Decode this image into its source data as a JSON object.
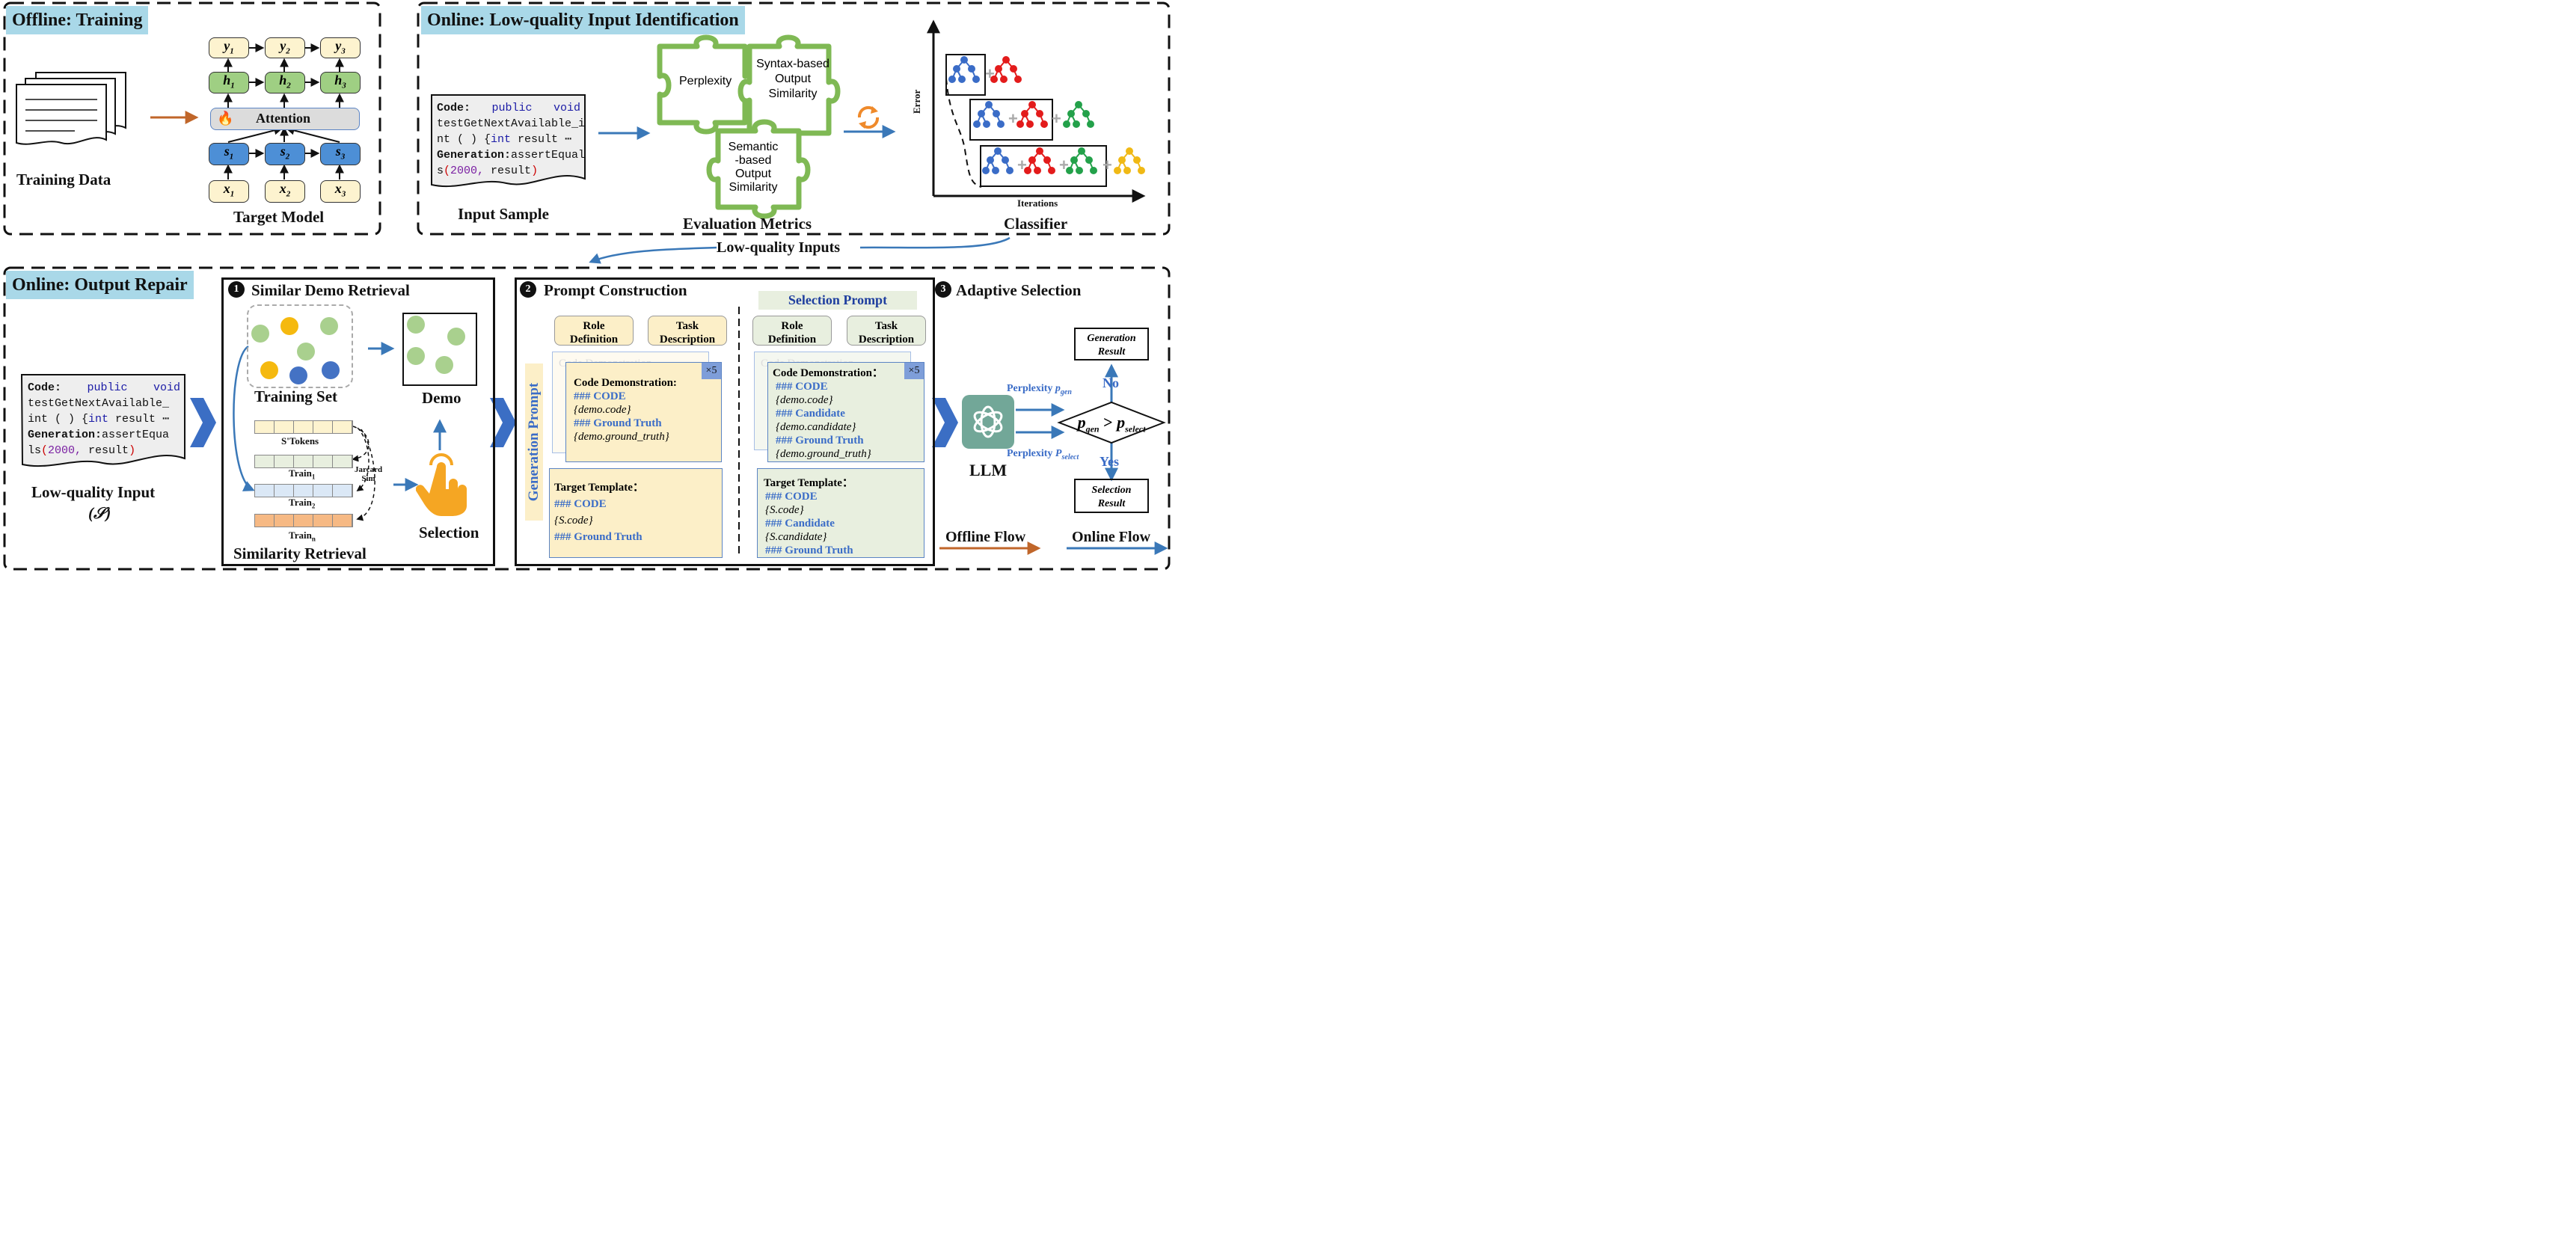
{
  "offline_training": {
    "title": "Offline: Training",
    "training_data_label": "Training Data",
    "target_model_label": "Target Model",
    "attention_label": "Attention",
    "outputs": [
      "y",
      "y",
      "y"
    ],
    "hidden": [
      "h",
      "h",
      "h"
    ],
    "states": [
      "s",
      "s",
      "s"
    ],
    "inputs": [
      "x",
      "x",
      "x"
    ],
    "subscripts": [
      "1",
      "2",
      "3"
    ]
  },
  "identification": {
    "title": "Online: Low-quality Input Identification",
    "input_sample_label": "Input Sample",
    "code_sample": {
      "line1_kw": "Code:",
      "line1_a": "public",
      "line1_b": "void",
      "line2": "testGetNextAvailable_i",
      "line3_a": "nt ( ) {",
      "line3_b": "int",
      "line3_c": "result",
      "line3_d": "⋯",
      "line4_kw": "Generation:",
      "line4_b": "assertEqual",
      "line5_a": "s",
      "line5_b": "(",
      "line5_c": "2000,",
      "line5_d": " result",
      "line5_e": ")"
    },
    "metrics_label": "Evaluation Metrics",
    "metric_perplexity": "Perplexity",
    "metric_syntax": [
      "Syntax-based",
      "Output",
      "Similarity"
    ],
    "metric_semantic": [
      "Semantic",
      "-based",
      "Output",
      "Similarity"
    ],
    "classifier_label": "Classifier",
    "error_axis": "Error",
    "iterations_axis": "Iterations",
    "low_quality_inputs": "Low-quality Inputs"
  },
  "output_repair": {
    "title": "Online: Output Repair",
    "low_quality_input_label": "Low-quality Input",
    "symbol": "(𝒮)",
    "code_sample": {
      "line1_kw": "Code:",
      "line1_a": "public",
      "line1_b": "void",
      "line2": "testGetNextAvailable_",
      "line3_a": "int ( ) {",
      "line3_b": "int",
      "line3_c": "result",
      "line3_d": "⋯",
      "line4_kw": "Generation:",
      "line4_b": "assertEqua",
      "line5_a": "ls",
      "line5_b": "(",
      "line5_c": "2000,",
      "line5_d": " result",
      "line5_e": ")"
    }
  },
  "retrieval": {
    "step": "1",
    "title": "Similar Demo Retrieval",
    "training_set": "Training Set",
    "demo": "Demo",
    "stokens": "S'Tokens",
    "train1": "Train",
    "train1_sub": "1",
    "train2": "Train",
    "train2_sub": "2",
    "trainn": "Train",
    "trainn_sub": "n",
    "jaccard": [
      "Jarcard",
      "Sim"
    ],
    "similarity_retrieval": "Similarity Retrieval",
    "selection": "Selection"
  },
  "prompt": {
    "step": "2",
    "title": "Prompt Construction",
    "role_definition": [
      "Role",
      "Definition"
    ],
    "task_description": [
      "Task",
      "Description"
    ],
    "generation_prompt": "Generation Prompt",
    "selection_prompt": "Selection Prompt",
    "faded_text": "Code Demonstration",
    "x5": "×5",
    "gen_demo": {
      "title": "Code Demonstration:",
      "l1": "### CODE",
      "l2": "{demo.code}",
      "l3": "### Ground Truth",
      "l4": "{demo.ground_truth}"
    },
    "gen_target": {
      "title": "Target Template：",
      "l1": "### CODE",
      "l2": "{S.code}",
      "l3": "### Ground Truth"
    },
    "sel_demo": {
      "title": "Code Demonstration：",
      "l1": "### CODE",
      "l2": "{demo.code}",
      "l3": "### Candidate",
      "l4": "{demo.candidate}",
      "l5": "### Ground Truth",
      "l6": "{demo.ground_truth}"
    },
    "sel_target": {
      "title": "Target Template：",
      "l1": "### CODE",
      "l2": "{S.code}",
      "l3": "### Candidate",
      "l4": "{S.candidate}",
      "l5": "### Ground Truth"
    }
  },
  "adaptive": {
    "step": "3",
    "title": "Adaptive Selection",
    "llm": "LLM",
    "perplexity_gen": "Perplexity ",
    "p_gen": "p",
    "p_gen_sub": "gen",
    "perplexity_select": "Perplexity ",
    "p_select": "P",
    "p_select_sub": "select",
    "generation_result": [
      "Generation",
      "Result"
    ],
    "selection_result": [
      "Selection",
      "Result"
    ],
    "no": "No",
    "yes": "Yes",
    "condition_a": "p",
    "condition_a_sub": "gen",
    "condition_op": " > ",
    "condition_b": "p",
    "condition_b_sub": "select"
  },
  "legend": {
    "offline_flow": "Offline Flow",
    "online_flow": "Online Flow",
    "offline_color": "#c0662a",
    "online_color": "#3a78b8"
  },
  "colors": {
    "accent_blue": "#3a78b8",
    "section_title_bg": "#a9d8e8",
    "puzzle_green": "#7fb954",
    "card_yellow": "#fcefc8",
    "card_green": "#e8efdf"
  }
}
